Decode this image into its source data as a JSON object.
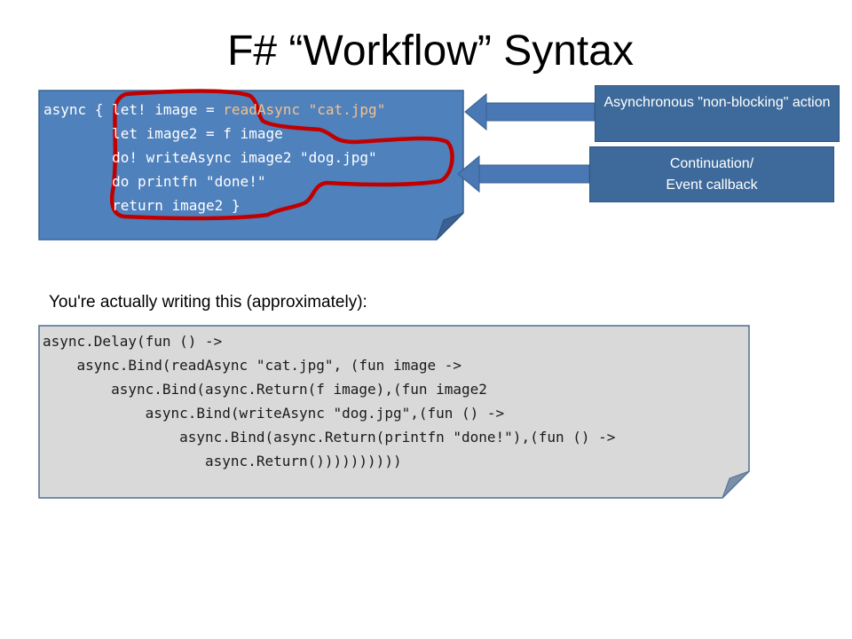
{
  "slide": {
    "title": "F# “Workflow” Syntax",
    "subtitle": "You're actually writing this (approximately):"
  },
  "code_block_1": {
    "line1_a": "async { ",
    "line1_b": "let! image = ",
    "line1_c": "readAsync \"cat.jpg\"",
    "line2": "        let image2 = f image",
    "line3": "        do! writeAsync image2 \"dog.jpg\"",
    "line4": "        do printfn \"done!\"",
    "line5": "        return image2 }"
  },
  "code_block_2": {
    "lines": [
      "async.Delay(fun () ->",
      "    async.Bind(readAsync \"cat.jpg\", (fun image ->",
      "        async.Bind(async.Return(f image),(fun image2",
      "            async.Bind(writeAsync \"dog.jpg\",(fun () ->",
      "                async.Bind(async.Return(printfn \"done!\"),(fun () ->",
      "                   async.Return())))))))))"
    ]
  },
  "callouts": {
    "async_action": "Asynchronous \"non-blocking\" action",
    "continuation_line1": "Continuation/",
    "continuation_line2": "Event callback"
  },
  "colors": {
    "code_box_1": "#4f81bd",
    "code_box_2": "#d9d9d9",
    "callout": "#3d6a9a",
    "highlight_loop": "#c00000",
    "highlight_text": "#f6c189"
  }
}
